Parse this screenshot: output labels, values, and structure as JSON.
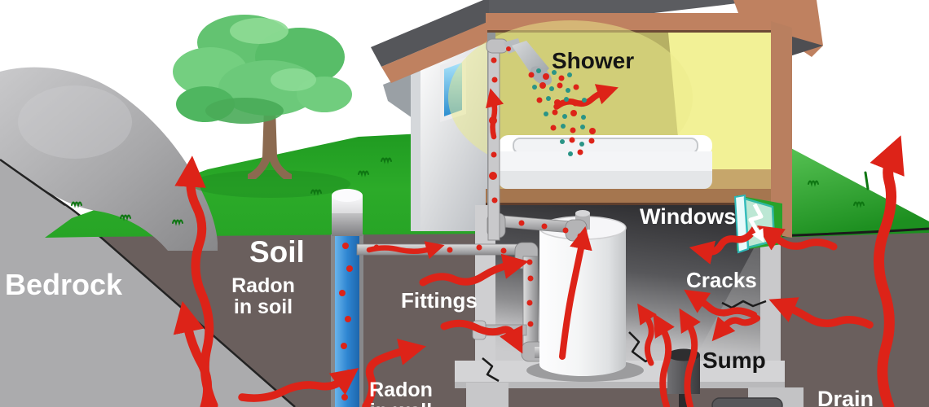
{
  "labels": {
    "bedrock": "Bedrock",
    "soil": "Soil",
    "radon_in_soil": {
      "line1": "Radon",
      "line2": "in soil"
    },
    "radon_in_well": {
      "line1": "Radon",
      "line2": "in well"
    },
    "fittings": "Fittings",
    "shower": "Shower",
    "windows": "Windows",
    "cracks": "Cracks",
    "sump": "Sump",
    "drain": "Drain"
  },
  "colors": {
    "arrow_red": "#dd2318",
    "dot_teal": "#2a9486",
    "grass_green": "#2fae2c",
    "soil_brown": "#6a5f5d",
    "bedrock_gray": "#ababad",
    "well_blue": "#2f86d2",
    "roof_gray": "#55565a",
    "trim_salmon": "#bf8160",
    "wall_yellow": "#f1f095"
  }
}
